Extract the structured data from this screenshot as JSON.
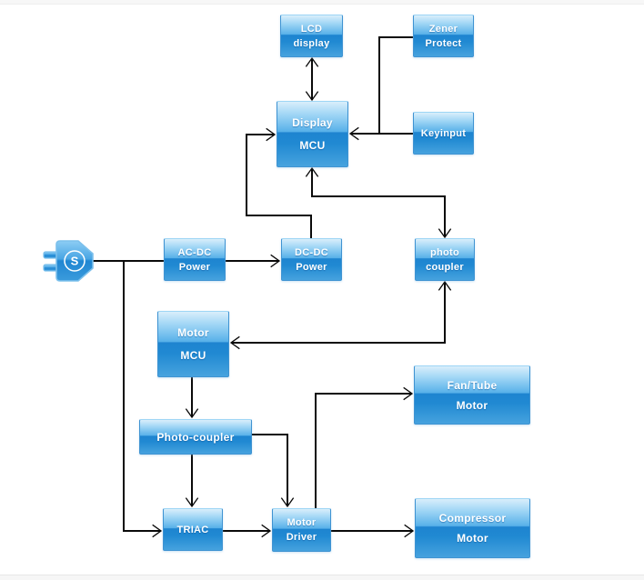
{
  "page": {
    "background": "#ffffff",
    "top_strip_color": "#f7f7f7",
    "bottom_strip_color": "#f6f6f6"
  },
  "diagram": {
    "wire_color": "#0a0a0a",
    "block_colors": {
      "gloss_top": "#d9eefb",
      "gloss_light": "#58b1e9",
      "gloss_dark": "#1e84d0",
      "gloss_bottom": "#46a2de",
      "border": "#3f93d2",
      "text": "#ffffff"
    },
    "plug": {
      "label": "S"
    },
    "blocks": {
      "lcd_display": {
        "line1": "LCD",
        "line2": "display"
      },
      "zener_protect": {
        "line1": "Zener",
        "line2": "Protect"
      },
      "display_mcu": {
        "line1": "Display",
        "line2": "MCU"
      },
      "keyinput": {
        "line1": "Keyinput"
      },
      "ac_dc_power": {
        "line1": "AC-DC",
        "line2": "Power"
      },
      "dc_dc_power": {
        "line1": "DC-DC",
        "line2": "Power"
      },
      "photo_coupler": {
        "line1": "photo",
        "line2": "coupler"
      },
      "motor_mcu": {
        "line1": "Motor",
        "line2": "MCU"
      },
      "photo_coupler_2": {
        "line1": "Photo-coupler"
      },
      "triac": {
        "line1": "TRIAC"
      },
      "motor_driver": {
        "line1": "Motor",
        "line2": "Driver"
      },
      "fan_tube_motor": {
        "line1": "Fan/Tube",
        "line2": "Motor"
      },
      "compressor_motor": {
        "line1": "Compressor",
        "line2": "Motor"
      }
    },
    "connections": [
      {
        "from": "lcd_display",
        "to": "display_mcu",
        "style": "bidirectional"
      },
      {
        "from": "zener_protect",
        "to": "display_mcu",
        "style": "arrow"
      },
      {
        "from": "keyinput",
        "to": "display_mcu",
        "style": "arrow"
      },
      {
        "from": "display_mcu",
        "to": "photo_coupler",
        "style": "bidirectional"
      },
      {
        "from": "power_plug",
        "to": "ac_dc_power",
        "style": "line"
      },
      {
        "from": "ac_dc_power",
        "to": "dc_dc_power",
        "style": "arrow"
      },
      {
        "from": "dc_dc_power",
        "to": "display_mcu",
        "style": "arrow"
      },
      {
        "from": "photo_coupler",
        "to": "motor_mcu",
        "style": "bidirectional"
      },
      {
        "from": "motor_mcu",
        "to": "photo_coupler_2",
        "style": "arrow"
      },
      {
        "from": "photo_coupler_2",
        "to": "triac",
        "style": "arrow"
      },
      {
        "from": "power_plug",
        "to": "triac",
        "style": "arrow"
      },
      {
        "from": "triac",
        "to": "motor_driver",
        "style": "arrow"
      },
      {
        "from": "photo_coupler_2",
        "to": "motor_driver",
        "style": "arrow"
      },
      {
        "from": "motor_driver",
        "to": "fan_tube_motor",
        "style": "arrow"
      },
      {
        "from": "motor_driver",
        "to": "compressor_motor",
        "style": "arrow"
      }
    ]
  }
}
